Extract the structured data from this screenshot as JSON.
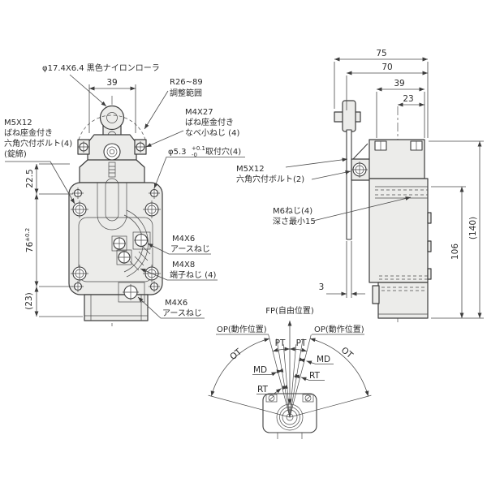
{
  "front": {
    "roller_label": "φ17.4X6.4 黒色ナイロンローラ",
    "adjust_label_1": "R26~89",
    "adjust_label_2": "調整範囲",
    "pan_screw_1": "M4X27",
    "pan_screw_2": "ばね座金付き",
    "pan_screw_3": "なべ小ねじ (4)",
    "hex_bolt_1": "M5X12",
    "hex_bolt_2": "ばね座金付き",
    "hex_bolt_3": "六角穴付ボルト(4)",
    "hex_bolt_4": "(錠締)",
    "hole_label_base": "φ5.3",
    "hole_tol_top": "+0.1",
    "hole_tol_bot": "-0",
    "hole_label_suffix": "取付穴(4)",
    "earth_top_1": "M4X6",
    "earth_top_2": "アースねじ",
    "terminal_1": "M4X8",
    "terminal_2": "端子ねじ (4)",
    "earth_bot_1": "M4X6",
    "earth_bot_2": "アースねじ",
    "dim_39": "39",
    "dim_22_5": "22.5",
    "dim_76": "76",
    "dim_76_tol": "±0.2",
    "dim_23": "(23)"
  },
  "side": {
    "hex_bolt_1": "M5X12",
    "hex_bolt_2": "六角穴付ボルト(2)",
    "m6_1": "M6ねじ(4)",
    "m6_2": "深さ最小15",
    "dim_75": "75",
    "dim_70": "70",
    "dim_39": "39",
    "dim_23": "23",
    "dim_3": "3",
    "dim_106": "106",
    "dim_140": "(140)"
  },
  "angle": {
    "fp": "FP(自由位置)",
    "op_left": "OP(動作位置)",
    "op_right": "OP(動作位置)",
    "pt_left": "PT",
    "pt_right": "PT",
    "md_left": "MD",
    "md_right": "MD",
    "rt_left": "RT",
    "rt_right": "RT",
    "ot_left": "OT",
    "ot_right": "OT"
  },
  "colors": {
    "line": "#3c3c3c",
    "body_fill": "#ececea",
    "background": "#ffffff"
  }
}
